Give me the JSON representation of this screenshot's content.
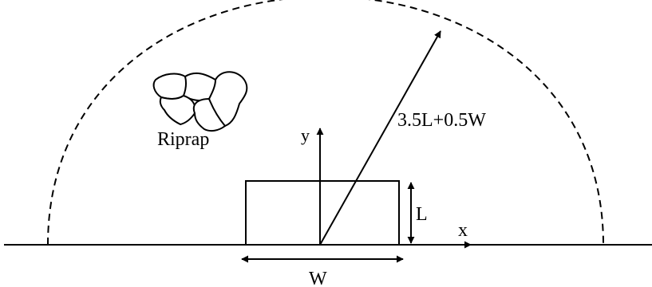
{
  "labels": {
    "riprap": "Riprap",
    "y_axis": "y",
    "x_axis": "x",
    "radius": "3.5L+0.5W",
    "length": "L",
    "width": "W"
  }
}
